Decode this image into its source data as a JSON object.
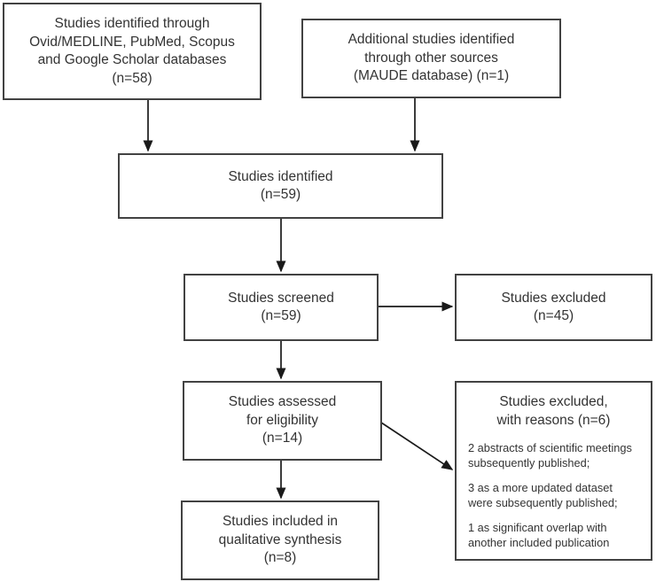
{
  "colors": {
    "border": "#424242",
    "text": "#333333",
    "arrow": "#1a1a1a",
    "background": "#ffffff"
  },
  "boxes": {
    "sources": {
      "lines": [
        "Studies identified through",
        "Ovid/MEDLINE, PubMed, Scopus",
        "and Google Scholar databases",
        "(n=58)"
      ]
    },
    "additional": {
      "lines": [
        "Additional studies identified",
        "through other sources",
        "(MAUDE database) (n=1)"
      ]
    },
    "identified": {
      "lines": [
        "Studies identified",
        "(n=59)"
      ]
    },
    "screened": {
      "lines": [
        "Studies screened",
        "(n=59)"
      ]
    },
    "excluded": {
      "lines": [
        "Studies excluded",
        "(n=45)"
      ]
    },
    "assessed": {
      "lines": [
        "Studies assessed",
        "for eligibility",
        "(n=14)"
      ]
    },
    "excluded_with_reasons": {
      "title_lines": [
        "Studies excluded,",
        "with reasons (n=6)"
      ],
      "reasons": [
        {
          "lines": [
            "2 abstracts of scientific meetings",
            "subsequently published;"
          ]
        },
        {
          "lines": [
            "3 as a more updated dataset",
            "were subsequently published;"
          ]
        },
        {
          "lines": [
            "1 as significant overlap with",
            "another included publication"
          ]
        }
      ]
    },
    "included": {
      "lines": [
        "Studies included in",
        "qualitative synthesis",
        "(n=8)"
      ]
    }
  }
}
